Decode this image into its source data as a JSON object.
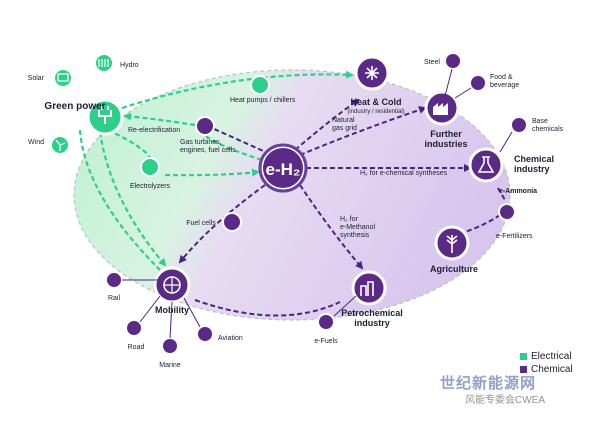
{
  "hub": {
    "label": "e-H₂"
  },
  "sources": {
    "green_power": "Green power",
    "solar": "Solar",
    "hydro": "Hydro",
    "wind": "Wind",
    "re_electrification": "Re-electrification"
  },
  "tech": {
    "heat_pumps": "Heat pumps / chillers",
    "gas_turbines_l1": "Gas turbines,",
    "gas_turbines_l2": "engines, fuel cells",
    "electrolyzers": "Electrolyzers",
    "fuel_cells": "Fuel cells",
    "natural_gas_l1": "Natural",
    "natural_gas_l2": "gas grid",
    "h2_chem": "H₂ for e-chemical syntheses",
    "h2_meth_l1": "H₂ for",
    "h2_meth_l2": "e-Methanol",
    "h2_meth_l3": "synthesis"
  },
  "sectors": {
    "heat_cold": "Heat & Cold",
    "heat_cold_sub": "(industry / residential)",
    "further_l1": "Further",
    "further_l2": "industries",
    "steel": "Steel",
    "food_l1": "Food &",
    "food_l2": "beverage",
    "chemical_l1": "Chemical",
    "chemical_l2": "industry",
    "base_l1": "Base",
    "base_l2": "chemicals",
    "e_ammonia": "e-Ammonia",
    "e_fertilizers": "e-Fertilizers",
    "agriculture": "Agriculture",
    "mobility": "Mobility",
    "rail": "Rail",
    "road": "Road",
    "marine": "Marine",
    "aviation": "Aviation",
    "petro_l1": "Petrochemical",
    "petro_l2": "industry",
    "e_fuels": "e-Fuels"
  },
  "legend": {
    "electrical": "Electrical",
    "chemical": "Chemical",
    "electrical_color": "#2dd08a",
    "chemical_color": "#5b2a86"
  },
  "watermark": {
    "line1": "世纪新能源网",
    "line2": "风能专委会CWEA"
  }
}
